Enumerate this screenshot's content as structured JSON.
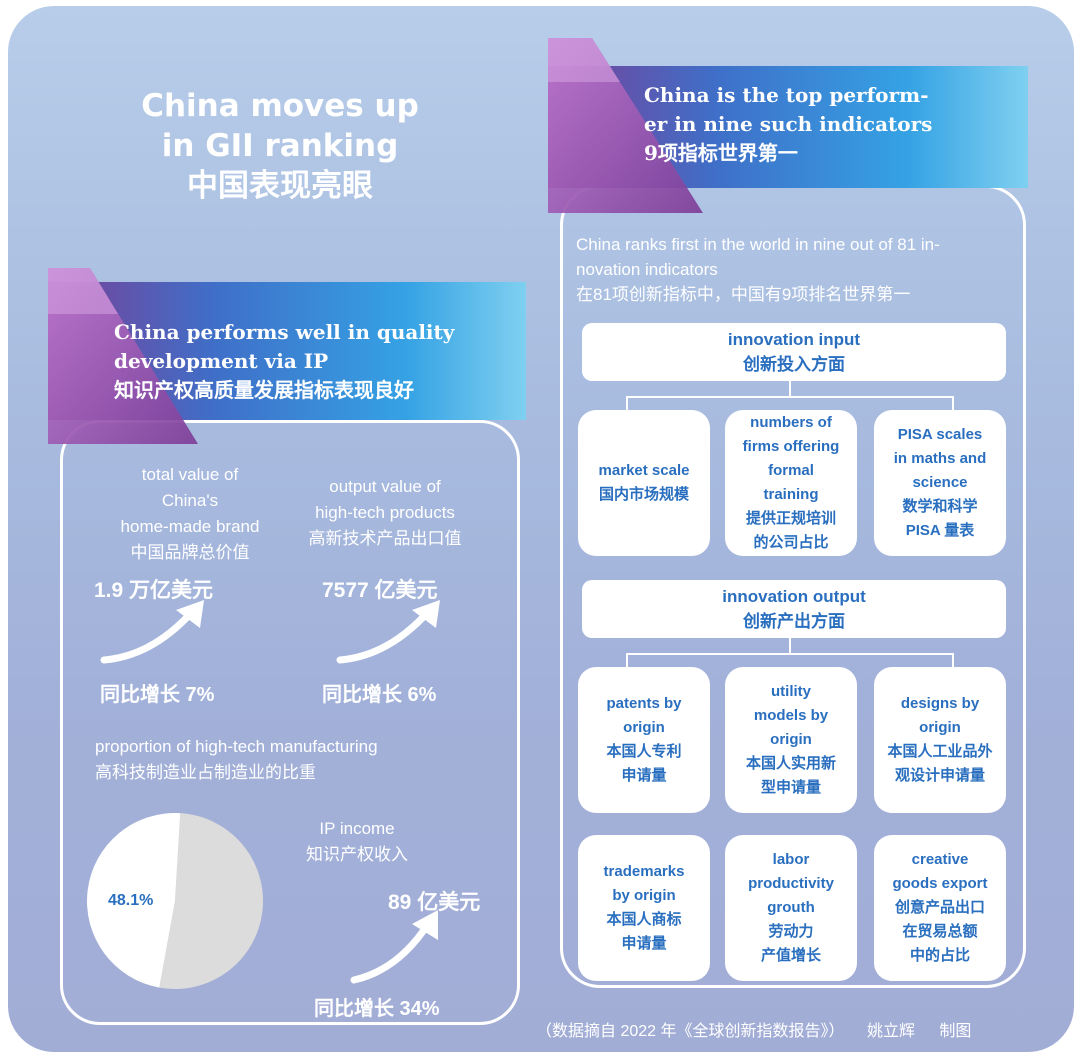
{
  "title": {
    "line1": "China moves up",
    "line2": "in GII ranking",
    "line3": "中国表现亮眼"
  },
  "left_banner": {
    "line1": "China performs well in quality",
    "line2": "development via IP",
    "line3": "知识产权高质量发展指标表现良好"
  },
  "stats": {
    "brand": {
      "label1": "total value of",
      "label2": "China's",
      "label3": "home-made brand",
      "label4": "中国品牌总价值",
      "value": "1.9 万亿美元",
      "growth": "同比增长 7%"
    },
    "hightech": {
      "label1": "output value of",
      "label2": "high-tech products",
      "label3": "高新技术产品出口值",
      "value": "7577 亿美元",
      "growth": "同比增长 6%"
    },
    "proportion": {
      "label1": "proportion of high-tech manufacturing",
      "label2": "高科技制造业占制造业的比重"
    },
    "ip_income": {
      "label1": "IP income",
      "label2": "知识产权收入",
      "value": "89 亿美元",
      "growth": "同比增长 34%"
    }
  },
  "chart_data": {
    "type": "pie",
    "values": [
      48.1,
      51.9
    ],
    "data_labels": [
      "48.1%"
    ],
    "colors": [
      "#ffffff",
      "#dcdcdc"
    ]
  },
  "right_banner": {
    "line1": "China is the top perform-",
    "line2": "er in nine such indicators",
    "line3": "9项指标世界第一"
  },
  "intro": {
    "line1": "China ranks first in the world in nine out of 81 in-",
    "line2": "novation indicators",
    "line3": "在81项创新指标中，中国有9项排名世界第一"
  },
  "innovation_input": {
    "header_en": "innovation input",
    "header_zh": "创新投入方面",
    "cards": [
      {
        "lines": [
          "market scale",
          "国内市场规模"
        ]
      },
      {
        "lines": [
          "numbers of",
          "firms offering",
          "formal",
          "training",
          "提供正规培训",
          "的公司占比"
        ]
      },
      {
        "lines": [
          "PISA scales",
          "in maths and",
          "science",
          "数学和科学",
          "PISA 量表"
        ]
      }
    ]
  },
  "innovation_output": {
    "header_en": "innovation output",
    "header_zh": "创新产出方面",
    "cards": [
      {
        "lines": [
          "patents by",
          "origin",
          "本国人专利",
          "申请量"
        ]
      },
      {
        "lines": [
          "utility",
          "models by",
          "origin",
          "本国人实用新",
          "型申请量"
        ]
      },
      {
        "lines": [
          "designs by",
          "origin",
          "本国人工业品外",
          "观设计申请量"
        ]
      },
      {
        "lines": [
          "trademarks",
          "by origin",
          "本国人商标",
          "申请量"
        ]
      },
      {
        "lines": [
          "labor",
          "productivity",
          "grouth",
          "劳动力",
          "产值增长"
        ]
      },
      {
        "lines": [
          "creative",
          "goods export",
          "创意产品出口",
          "在贸易总额",
          "中的占比"
        ]
      }
    ]
  },
  "footer": {
    "source": "（数据摘自 2022 年《全球创新指数报告》）",
    "author": "姚立辉",
    "credit": "制图"
  },
  "colors": {
    "accent_text": "#2a6fbf",
    "background_top": "#b7cde9",
    "background_bottom": "#a2add6",
    "ribbon_purple": "#8a4fa6",
    "ribbon_blue": "#2f8fd8"
  }
}
